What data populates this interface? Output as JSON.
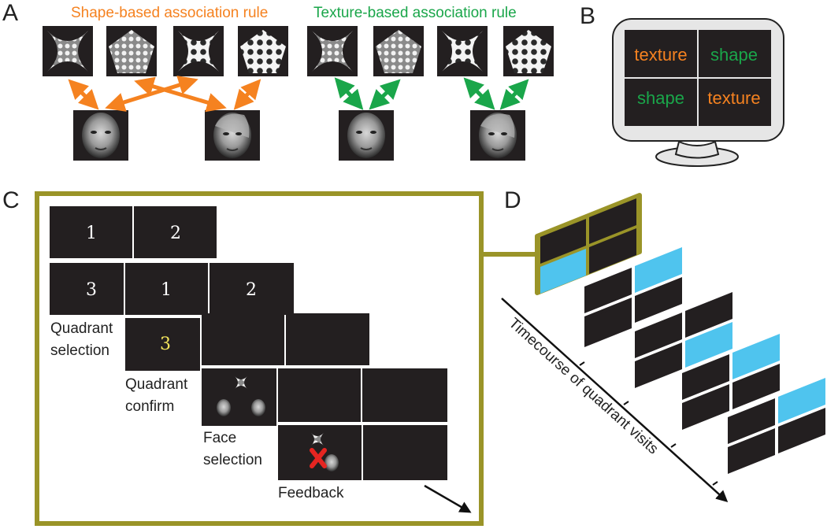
{
  "panels": {
    "a": "A",
    "b": "B",
    "c": "C",
    "d": "D"
  },
  "rules": {
    "shape_title": "Shape-based association rule",
    "texture_title": "Texture-based association rule"
  },
  "monitor": {
    "top_left": "texture",
    "top_right": "shape",
    "bottom_left": "shape",
    "bottom_right": "texture"
  },
  "trial": {
    "grid1": [
      "1",
      "2",
      "3"
    ],
    "grid2": [
      "1",
      "2"
    ],
    "confirm_number": "3",
    "labels": {
      "quadrant_selection_line1": "Quadrant",
      "quadrant_selection_line2": "selection",
      "quadrant_confirm_line1": "Quadrant",
      "quadrant_confirm_line2": "confirm",
      "face_selection_line1": "Face",
      "face_selection_line2": "selection",
      "feedback": "Feedback"
    }
  },
  "timeline": {
    "label": "Timecourse of quadrant visits"
  },
  "colors": {
    "orange": "#F58220",
    "green": "#1AA64A",
    "olive": "#9A9428",
    "cyan": "#4FC4EE",
    "panel_black": "#231F20",
    "confirm_yellow": "#F2E45C",
    "feedback_red": "#E52521"
  }
}
